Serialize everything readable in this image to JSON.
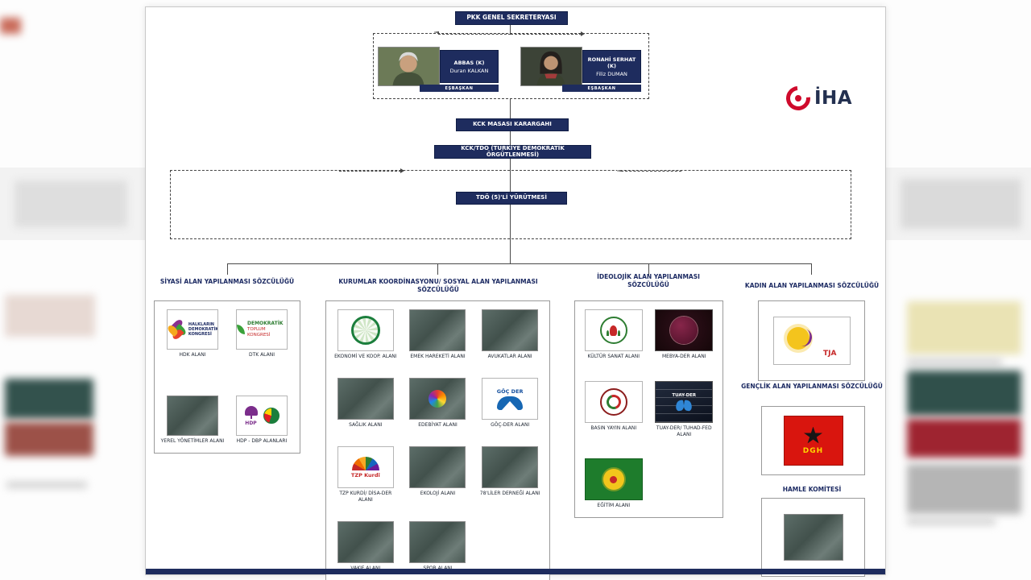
{
  "watermark": {
    "brand": "İHA"
  },
  "chart": {
    "root": "PKK GENEL SEKRETERYASI",
    "leaders": [
      {
        "code_name": "ABBAS (K)",
        "real_name": "Duran KALKAN",
        "role": "EŞBAŞKAN"
      },
      {
        "code_name": "RONAHİ SERHAT (K)",
        "real_name": "Filiz DUMAN",
        "role": "EŞBAŞKAN"
      }
    ],
    "level2": "KCK MASASI KARARGAHI",
    "level3": "KCK/TDÖ (TÜRKİYE DEMOKRATİK ÖRGÜTLENMESİ)",
    "level4": "TDÖ (5)'Lİ YÜRÜTMESİ",
    "groups": [
      {
        "id": "siyasi",
        "title": "SİYASİ ALAN YAPILANMASI SÖZCÜLÜĞÜ",
        "items": [
          {
            "caption": "HDK ALANI",
            "logo": "hdk-logo",
            "logo_text": "HALKLARIN DEMOKRATİK KONGRESİ"
          },
          {
            "caption": "DTK ALANI",
            "logo": "dtk-logo",
            "logo_text": "DEMOKRATİK TOPLUM KONGRESİ"
          },
          {
            "caption": "YEREL YÖNETİMLER ALANI",
            "logo": "censored-image"
          },
          {
            "caption": "HDP - DBP ALANLARI",
            "logo": "hdp-dbp-logo",
            "logo_text": "HDP"
          }
        ]
      },
      {
        "id": "kurumlar",
        "title": "KURUMLAR KOORDİNASYONU/ SOSYAL ALAN YAPILANMASI SÖZCÜLÜĞÜ",
        "items": [
          {
            "caption": "EKONOMİ VE KOOP. ALANI",
            "logo": "ekonomi-logo"
          },
          {
            "caption": "EMEK HAREKETİ ALANI",
            "logo": "censored-image"
          },
          {
            "caption": "AVUKATLAR ALANI",
            "logo": "censored-image"
          },
          {
            "caption": "SAĞLIK ALANI",
            "logo": "censored-image"
          },
          {
            "caption": "EDEBİYAT ALANI",
            "logo": "edebiyat-logo"
          },
          {
            "caption": "GÖÇ-DER ALANI",
            "logo": "gocder-logo",
            "logo_text": "GÖÇ DER"
          },
          {
            "caption": "TZP KURDİ/ DİSA-DER ALANI",
            "logo": "tzp-kurdi-logo",
            "logo_text": "TZP Kurdî"
          },
          {
            "caption": "EKOLOJİ ALANI",
            "logo": "censored-image"
          },
          {
            "caption": "78'LİLER DERNEĞİ ALANI",
            "logo": "censored-image"
          },
          {
            "caption": "VAKIF ALANI",
            "logo": "censored-image"
          },
          {
            "caption": "SPOR ALANI",
            "logo": "censored-image"
          }
        ]
      },
      {
        "id": "ideolojik",
        "title": "İDEOLOJİK ALAN YAPILANMASI SÖZCÜLÜĞÜ",
        "items": [
          {
            "caption": "KÜLTÜR SANAT ALANI",
            "logo": "kultur-sanat-logo"
          },
          {
            "caption": "MEBYA-DER ALANI",
            "logo": "mebya-der-logo"
          },
          {
            "caption": "BASIN YAYIN ALANI",
            "logo": "basin-yayin-logo"
          },
          {
            "caption": "TUAY-DER/ TUHAD-FED ALANI",
            "logo": "tuay-der-logo",
            "logo_text": "TUAY-DER"
          },
          {
            "caption": "EĞİTİM ALANI",
            "logo": "egitim-logo"
          }
        ]
      },
      {
        "id": "kadin",
        "title": "KADIN ALAN YAPILANMASI SÖZCÜLÜĞÜ",
        "items": [
          {
            "caption": "",
            "logo": "tja-logo",
            "logo_text": "TJA"
          }
        ]
      },
      {
        "id": "genclik",
        "title": "GENÇLİK ALAN YAPILANMASI SÖZCÜLÜĞÜ",
        "items": [
          {
            "caption": "",
            "logo": "dgh-logo",
            "logo_text": "DGH"
          }
        ]
      },
      {
        "id": "hamle",
        "title": "HAMLE KOMİTESİ",
        "items": [
          {
            "caption": "",
            "logo": "censored-image"
          }
        ]
      }
    ]
  }
}
